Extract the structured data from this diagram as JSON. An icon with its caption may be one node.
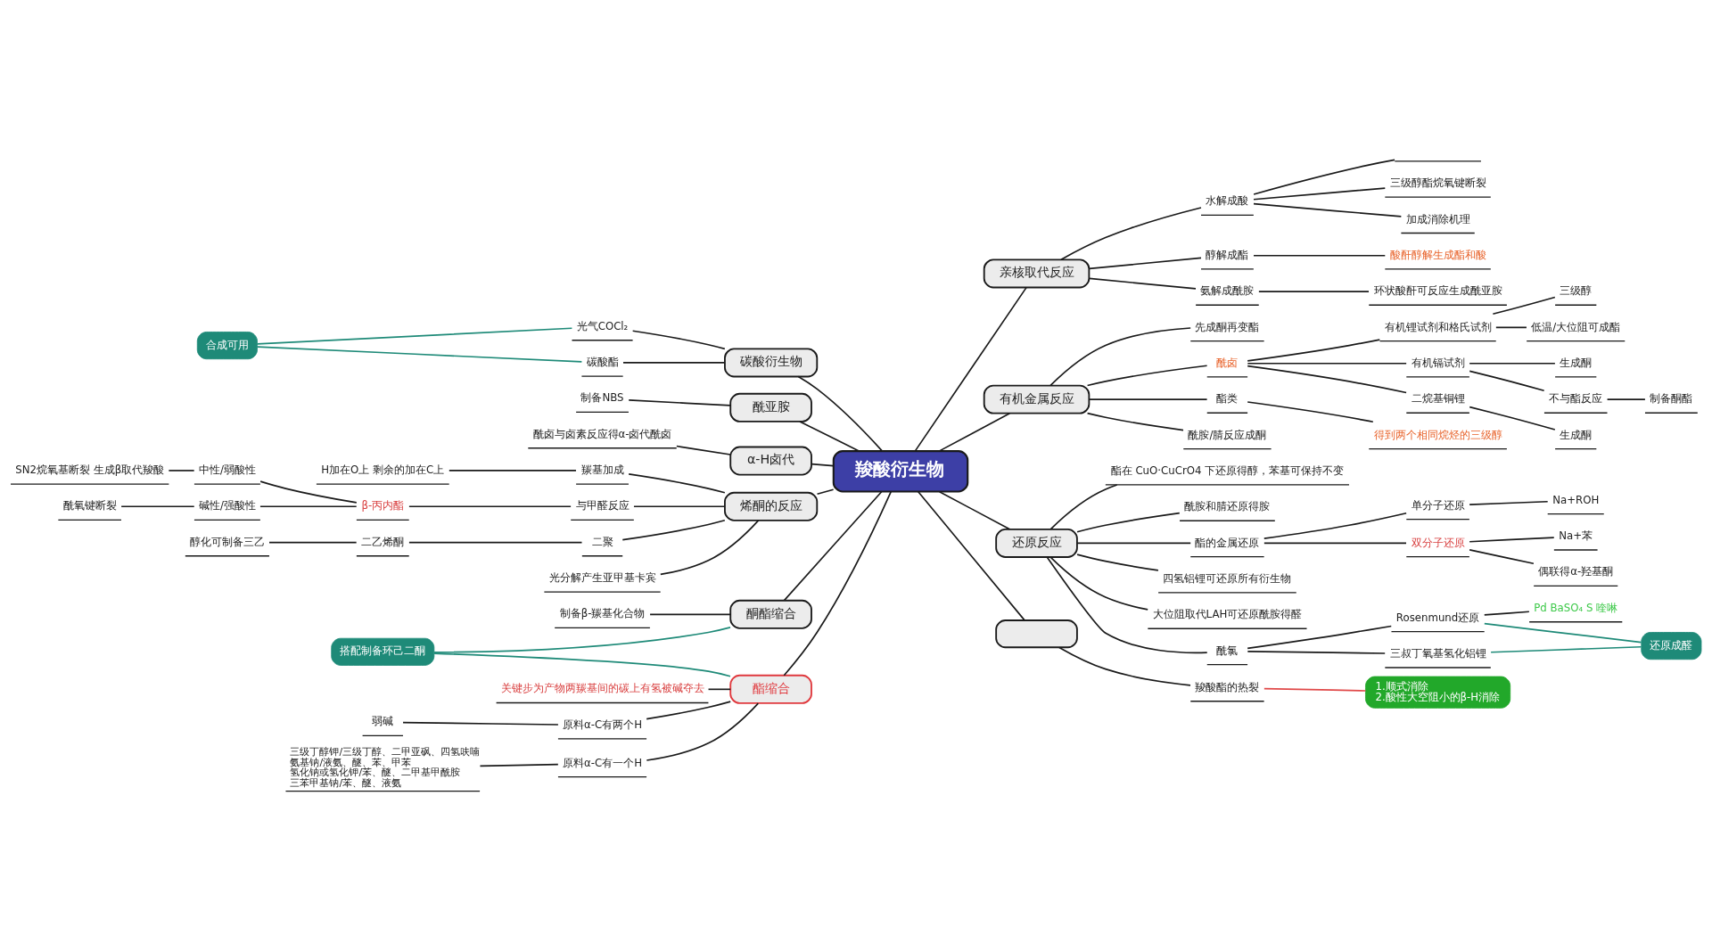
{
  "diagram": {
    "nodes": [
      {
        "text": [
          "羧酸衍生物"
        ]
      },
      {
        "text": [
          "碳酸衍生物"
        ]
      },
      {
        "text": [
          "光气COCl₂"
        ]
      },
      {
        "text": [
          "碳酸酯"
        ]
      },
      {
        "text": [
          "合成可用"
        ]
      },
      {
        "text": [
          "酰亚胺"
        ]
      },
      {
        "text": [
          "制备NBS"
        ]
      },
      {
        "text": [
          "α-H卤代"
        ]
      },
      {
        "text": [
          "酰卤与卤素反应得α-卤代酰卤"
        ]
      },
      {
        "text": [
          "烯酮的反应"
        ]
      },
      {
        "text": [
          "羰基加成"
        ]
      },
      {
        "text": [
          "H加在O上 剩余的加在C上"
        ]
      },
      {
        "text": [
          "与甲醛反应"
        ]
      },
      {
        "text": [
          "β-丙内酯"
        ]
      },
      {
        "text": [
          "中性/弱酸性"
        ]
      },
      {
        "text": [
          "SN2烷氧基断裂 生成β取代羧酸"
        ]
      },
      {
        "text": [
          "碱性/强酸性"
        ]
      },
      {
        "text": [
          "酰氧键断裂"
        ]
      },
      {
        "text": [
          "二聚"
        ]
      },
      {
        "text": [
          "二乙烯酮"
        ]
      },
      {
        "text": [
          "醇化可制备三乙"
        ]
      },
      {
        "text": [
          "光分解产生亚甲基卡宾"
        ]
      },
      {
        "text": [
          "酮酯缩合"
        ]
      },
      {
        "text": [
          "制备β-羰基化合物"
        ]
      },
      {
        "text": [
          "酯缩合"
        ]
      },
      {
        "text": [
          "关键步为产物两羰基间的碳上有氢被碱夺去"
        ]
      },
      {
        "text": [
          "原料α-C有两个H"
        ]
      },
      {
        "text": [
          "弱碱"
        ]
      },
      {
        "text": [
          "原料α-C有一个H"
        ]
      },
      {
        "text": [
          "三级丁醇钾/三级丁醇、二甲亚砜、四氢呋喃",
          "氨基钠/液氨、醚、苯、甲苯",
          "氢化钠或氢化钾/苯、醚、二甲基甲酰胺",
          "三苯甲基钠/苯、醚、液氨"
        ]
      },
      {
        "text": [
          "搭配制备环己二酮"
        ]
      },
      {
        "text": [
          "亲核取代反应"
        ]
      },
      {
        "text": [
          "水解成酸"
        ]
      },
      {
        "text": [],
        "shape": "line"
      },
      {
        "text": [
          "三级醇酯烷氧键断裂"
        ]
      },
      {
        "text": [
          "加成消除机理"
        ]
      },
      {
        "text": [
          "醇解成酯"
        ]
      },
      {
        "text": [
          "酸酐醇解生成酯和酸"
        ]
      },
      {
        "text": [
          "氨解成酰胺"
        ]
      },
      {
        "text": [
          "环状酸酐可反应生成酰亚胺"
        ]
      },
      {
        "text": [
          "有机金属反应"
        ]
      },
      {
        "text": [
          "先成酮再变酯"
        ]
      },
      {
        "text": [
          "酰卤"
        ]
      },
      {
        "text": [
          "有机锂试剂和格氏试剂"
        ]
      },
      {
        "text": [
          "三级醇"
        ]
      },
      {
        "text": [
          "低温/大位阻可成酯"
        ]
      },
      {
        "text": [
          "有机镉试剂"
        ]
      },
      {
        "text": [
          "生成酮"
        ]
      },
      {
        "text": [
          "不与酯反应"
        ]
      },
      {
        "text": [
          "制备酮酯"
        ]
      },
      {
        "text": [
          "二烷基铜锂"
        ]
      },
      {
        "text": [
          "生成酮"
        ]
      },
      {
        "text": [
          "酯类"
        ]
      },
      {
        "text": [
          "得到两个相同烷烃的三级醇"
        ]
      },
      {
        "text": [
          "酰胺/腈反应成酮"
        ]
      },
      {
        "text": [
          "还原反应"
        ]
      },
      {
        "text": [
          "酯在 CuO·CuCrO4 下还原得醇，苯基可保持不变"
        ]
      },
      {
        "text": [
          "酰胺和腈还原得胺"
        ]
      },
      {
        "text": [
          "酯的金属还原"
        ]
      },
      {
        "text": [
          "单分子还原"
        ]
      },
      {
        "text": [
          "Na+ROH"
        ]
      },
      {
        "text": [
          "双分子还原"
        ]
      },
      {
        "text": [
          "Na+苯"
        ]
      },
      {
        "text": [
          "偶联得α-羟基酮"
        ]
      },
      {
        "text": [
          "四氢铝锂可还原所有衍生物"
        ]
      },
      {
        "text": [
          "大位阻取代LAH可还原酰胺得醛"
        ]
      },
      {
        "text": [
          "酰氯"
        ]
      },
      {
        "text": [
          "Rosenmund还原"
        ]
      },
      {
        "text": [
          "Pd BaSO₄ S 喹啉"
        ]
      },
      {
        "text": [
          "三叔丁氧基氢化铝锂"
        ]
      },
      {
        "text": [
          "还原成醛"
        ]
      },
      {
        "text": [],
        "shape": "box"
      },
      {
        "text": [
          "羧酸酯的热裂"
        ]
      },
      {
        "text": [
          "1.顺式消除",
          "2.酸性大空阻小的β-H消除"
        ]
      }
    ],
    "edges": [
      {
        "from": 1,
        "to": 0,
        "arrow": "none"
      },
      {
        "from": 2,
        "to": 1,
        "arrow": "none"
      },
      {
        "from": 3,
        "to": 1,
        "arrow": "none"
      },
      {
        "from": 4,
        "to": 2,
        "arrow": "none",
        "color": "#1e8a78"
      },
      {
        "from": 4,
        "to": 3,
        "arrow": "none",
        "color": "#1e8a78"
      },
      {
        "from": 5,
        "to": 0,
        "arrow": "none"
      },
      {
        "from": 6,
        "to": 5,
        "arrow": "none"
      },
      {
        "from": 7,
        "to": 0,
        "arrow": "none"
      },
      {
        "from": 8,
        "to": 7,
        "arrow": "none"
      },
      {
        "from": 9,
        "to": 0,
        "arrow": "none"
      },
      {
        "from": 10,
        "to": 9,
        "arrow": "none"
      },
      {
        "from": 11,
        "to": 10,
        "arrow": "none"
      },
      {
        "from": 12,
        "to": 9,
        "arrow": "none"
      },
      {
        "from": 13,
        "to": 12,
        "arrow": "none"
      },
      {
        "from": 14,
        "to": 13,
        "arrow": "none"
      },
      {
        "from": 15,
        "to": 14,
        "arrow": "none"
      },
      {
        "from": 16,
        "to": 13,
        "arrow": "none"
      },
      {
        "from": 17,
        "to": 16,
        "arrow": "none"
      },
      {
        "from": 18,
        "to": 9,
        "arrow": "none"
      },
      {
        "from": 19,
        "to": 18,
        "arrow": "none"
      },
      {
        "from": 20,
        "to": 19,
        "arrow": "none"
      },
      {
        "from": 21,
        "to": 9,
        "arrow": "none"
      },
      {
        "from": 22,
        "to": 0,
        "arrow": "none"
      },
      {
        "from": 23,
        "to": 22,
        "arrow": "none"
      },
      {
        "from": 24,
        "to": 0,
        "arrow": "none"
      },
      {
        "from": 25,
        "to": 24,
        "arrow": "none"
      },
      {
        "from": 26,
        "to": 24,
        "arrow": "none"
      },
      {
        "from": 27,
        "to": 26,
        "arrow": "none"
      },
      {
        "from": 28,
        "to": 24,
        "arrow": "none"
      },
      {
        "from": 29,
        "to": 28,
        "arrow": "none"
      },
      {
        "from": 30,
        "to": 22,
        "arrow": "none",
        "color": "#1e8a78"
      },
      {
        "from": 30,
        "to": 24,
        "arrow": "none",
        "color": "#1e8a78"
      },
      {
        "from": 0,
        "to": 31,
        "arrow": "none"
      },
      {
        "from": 31,
        "to": 32,
        "arrow": "none"
      },
      {
        "from": 32,
        "to": 33,
        "arrow": "none"
      },
      {
        "from": 32,
        "to": 34,
        "arrow": "none"
      },
      {
        "from": 32,
        "to": 35,
        "arrow": "none"
      },
      {
        "from": 31,
        "to": 36,
        "arrow": "none"
      },
      {
        "from": 36,
        "to": 37,
        "arrow": "none"
      },
      {
        "from": 31,
        "to": 38,
        "arrow": "none"
      },
      {
        "from": 38,
        "to": 39,
        "arrow": "none"
      },
      {
        "from": 0,
        "to": 40,
        "arrow": "none"
      },
      {
        "from": 40,
        "to": 41,
        "arrow": "none"
      },
      {
        "from": 40,
        "to": 42,
        "arrow": "none"
      },
      {
        "from": 42,
        "to": 43,
        "arrow": "none"
      },
      {
        "from": 43,
        "to": 44,
        "arrow": "none"
      },
      {
        "from": 43,
        "to": 45,
        "arrow": "none"
      },
      {
        "from": 42,
        "to": 46,
        "arrow": "none"
      },
      {
        "from": 46,
        "to": 47,
        "arrow": "none"
      },
      {
        "from": 46,
        "to": 48,
        "arrow": "none"
      },
      {
        "from": 48,
        "to": 49,
        "arrow": "none"
      },
      {
        "from": 42,
        "to": 50,
        "arrow": "none"
      },
      {
        "from": 50,
        "to": 51,
        "arrow": "none"
      },
      {
        "from": 40,
        "to": 52,
        "arrow": "none"
      },
      {
        "from": 52,
        "to": 53,
        "arrow": "none"
      },
      {
        "from": 40,
        "to": 54,
        "arrow": "none"
      },
      {
        "from": 0,
        "to": 55,
        "arrow": "none"
      },
      {
        "from": 55,
        "to": 56,
        "arrow": "none"
      },
      {
        "from": 55,
        "to": 57,
        "arrow": "none"
      },
      {
        "from": 55,
        "to": 58,
        "arrow": "none"
      },
      {
        "from": 58,
        "to": 59,
        "arrow": "none"
      },
      {
        "from": 59,
        "to": 60,
        "arrow": "none"
      },
      {
        "from": 58,
        "to": 61,
        "arrow": "none"
      },
      {
        "from": 61,
        "to": 62,
        "arrow": "none"
      },
      {
        "from": 61,
        "to": 63,
        "arrow": "none"
      },
      {
        "from": 55,
        "to": 64,
        "arrow": "none"
      },
      {
        "from": 55,
        "to": 65,
        "arrow": "none"
      },
      {
        "from": 55,
        "to": 66,
        "arrow": "none"
      },
      {
        "from": 66,
        "to": 67,
        "arrow": "none"
      },
      {
        "from": 67,
        "to": 68,
        "arrow": "none"
      },
      {
        "from": 66,
        "to": 69,
        "arrow": "none"
      },
      {
        "from": 67,
        "to": 70,
        "arrow": "none",
        "color": "#1e8a78"
      },
      {
        "from": 69,
        "to": 70,
        "arrow": "none",
        "color": "#1e8a78"
      },
      {
        "from": 0,
        "to": 71,
        "arrow": "none"
      },
      {
        "from": 71,
        "to": 72,
        "arrow": "none"
      },
      {
        "from": 72,
        "to": 73,
        "arrow": "none",
        "color": "#e04848"
      }
    ]
  }
}
